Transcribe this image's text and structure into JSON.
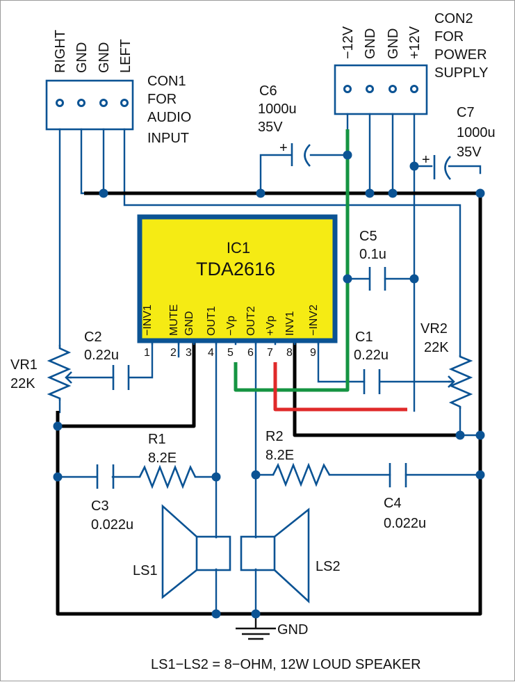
{
  "title": "TDA2616 stereo audio amplifier circuit",
  "colors": {
    "wire": "#0b5394",
    "ground_bus": "#000000",
    "negative_supply": "#159442",
    "positive_supply": "#e02a2a",
    "ic_fill": "#f5eb14"
  },
  "con1": {
    "ref": "CON1",
    "desc_lines": [
      "FOR",
      "AUDIO",
      "INPUT"
    ],
    "pins": [
      "RIGHT",
      "GND",
      "GND",
      "LEFT"
    ]
  },
  "con2": {
    "ref": "CON2",
    "desc_lines": [
      "FOR",
      "POWER",
      "SUPPLY"
    ],
    "pins": [
      "−12V",
      "GND",
      "GND",
      "+12V"
    ]
  },
  "ic1": {
    "ref": "IC1",
    "part": "TDA2616",
    "pins": [
      {
        "num": "1",
        "name": "−INV1"
      },
      {
        "num": "2",
        "name": "MUTE"
      },
      {
        "num": "3",
        "name": "GND"
      },
      {
        "num": "4",
        "name": "OUT1"
      },
      {
        "num": "5",
        "name": "−Vp"
      },
      {
        "num": "6",
        "name": "OUT2"
      },
      {
        "num": "7",
        "name": "+Vp"
      },
      {
        "num": "8",
        "name": "INV1"
      },
      {
        "num": "9",
        "name": "−INV2"
      }
    ]
  },
  "components": {
    "c1": {
      "ref": "C1",
      "value": "0.22u"
    },
    "c2": {
      "ref": "C2",
      "value": "0.22u"
    },
    "c3": {
      "ref": "C3",
      "value": "0.022u"
    },
    "c4": {
      "ref": "C4",
      "value": "0.022u"
    },
    "c5": {
      "ref": "C5",
      "value": "0.1u"
    },
    "c6": {
      "ref": "C6",
      "value": "1000u",
      "voltage": "35V"
    },
    "c7": {
      "ref": "C7",
      "value": "1000u",
      "voltage": "35V"
    },
    "r1": {
      "ref": "R1",
      "value": "8.2E"
    },
    "r2": {
      "ref": "R2",
      "value": "8.2E"
    },
    "vr1": {
      "ref": "VR1",
      "value": "22K"
    },
    "vr2": {
      "ref": "VR2",
      "value": "22K"
    },
    "ls1": {
      "ref": "LS1"
    },
    "ls2": {
      "ref": "LS2"
    }
  },
  "ground_label": "GND",
  "polarity_plus": "+",
  "footnote": "LS1−LS2 = 8−OHM, 12W LOUD SPEAKER"
}
